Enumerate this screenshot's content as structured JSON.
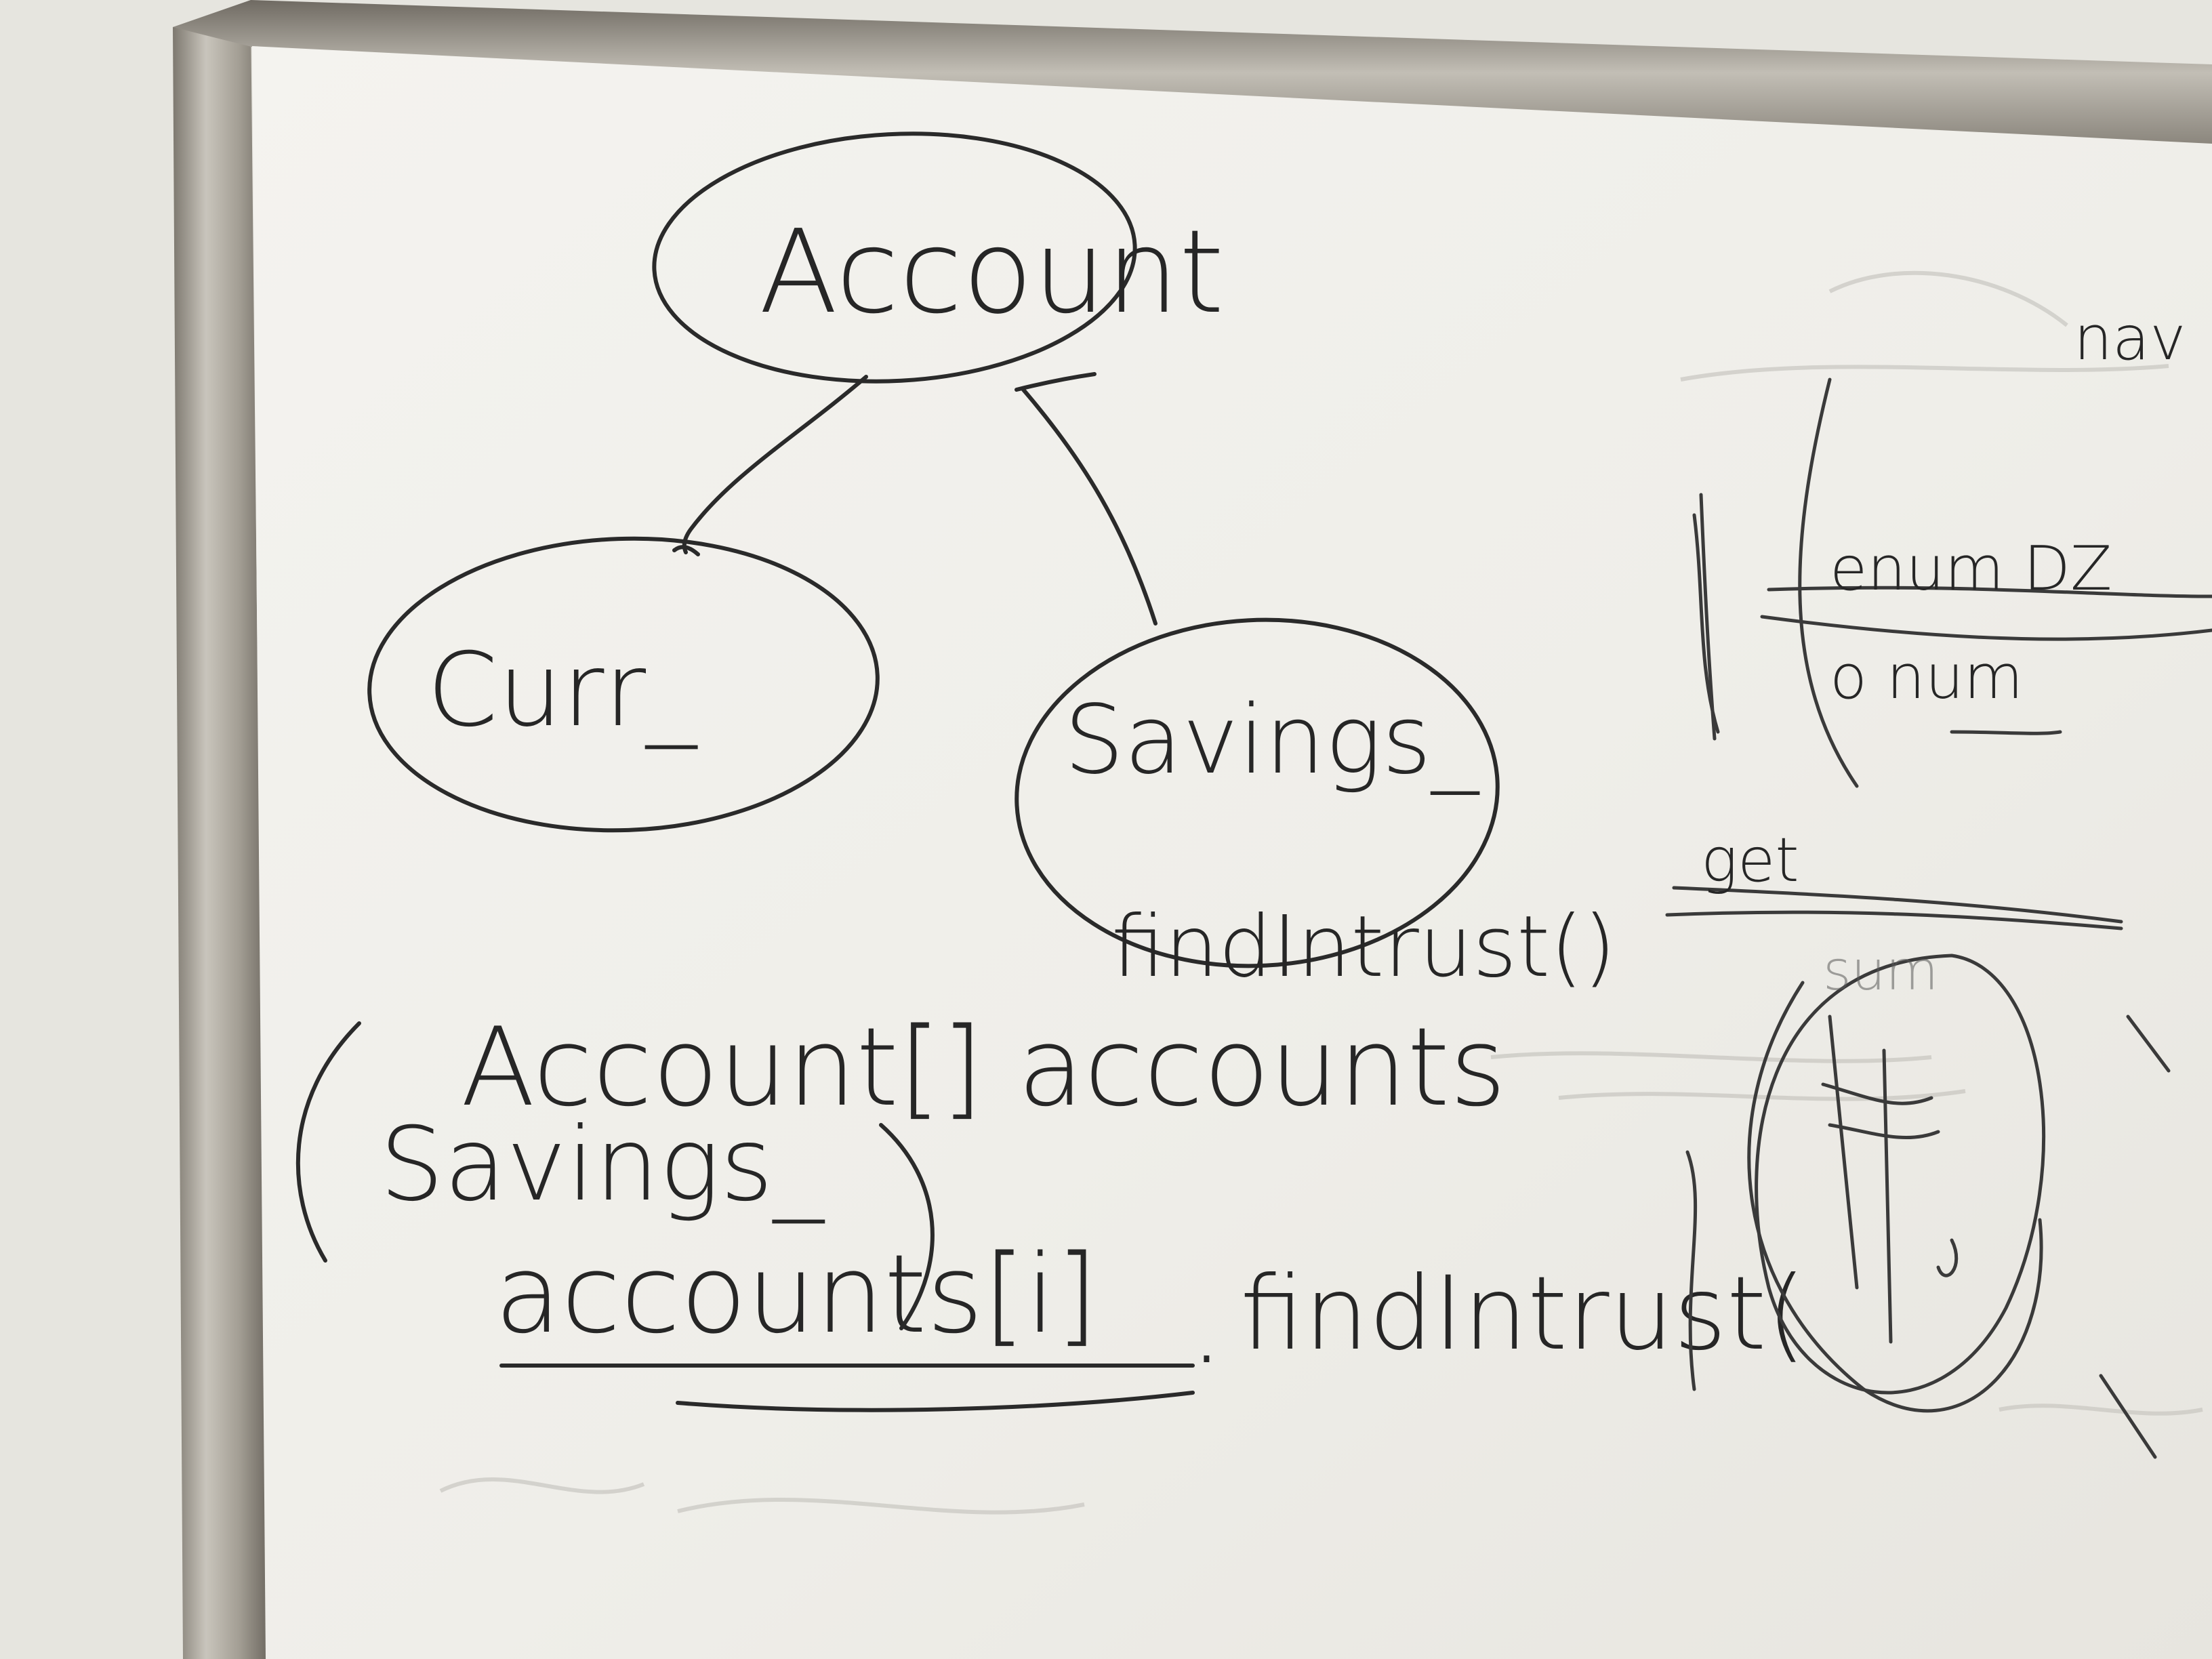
{
  "whiteboard": {
    "tree": {
      "root": "Account",
      "left_child": "Curr_",
      "right_child": "Savings_",
      "right_child_method": "findIntrust()"
    },
    "code": {
      "line1": "Account[] accounts",
      "line2": "Savings_",
      "line3_object": "accounts[i]",
      "line3_dot": ".",
      "line3_method": "findIntrust("
    },
    "side_notes": {
      "enum_label": "enum DZ",
      "num_label": "o num",
      "get_label": "get",
      "nav_fragment": "nav",
      "sum_fragment": "sum"
    }
  },
  "colors": {
    "wall": "#e9e7e0",
    "board": "#f3f2ee",
    "frame": "#9b968c",
    "marker": "#262626"
  }
}
